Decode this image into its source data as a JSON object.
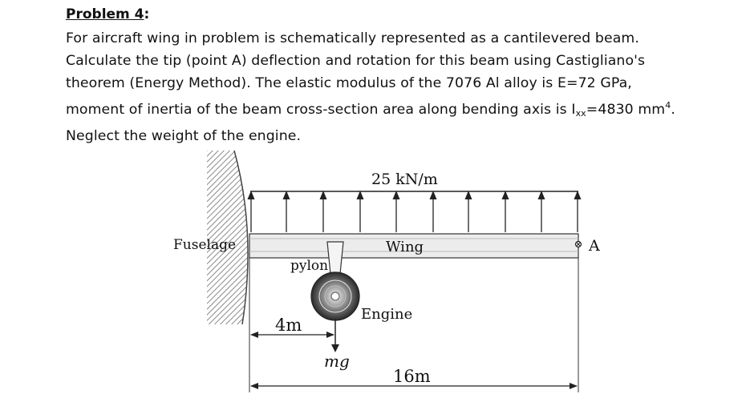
{
  "problem": {
    "title_label": "Problem 4",
    "title_colon": ":",
    "line1": "For aircraft wing in problem is schematically represented as a cantilevered beam.",
    "line2": "Calculate the tip (point A) deflection and rotation for this beam using Castigliano's",
    "line3": "theorem (Energy Method). The elastic modulus of the 7076 Al alloy is E=72 GPa,",
    "line4_pre": "moment of inertia of the beam cross-section area along bending axis is I",
    "line4_sub": "xx",
    "line4_mid": "=4830 mm",
    "line4_sup": "4",
    "line4_end": ".",
    "line5": "Neglect the weight of the engine."
  },
  "diagram": {
    "load_label": "25 kN/m",
    "wing_label": "Wing",
    "fuselage_label": "Fuselage",
    "point_label": "A",
    "pylon_label": "pylon",
    "engine_label": "Engine",
    "weight_label": "mg",
    "engine_dim_label": "4m",
    "span_dim_label": "16m"
  }
}
